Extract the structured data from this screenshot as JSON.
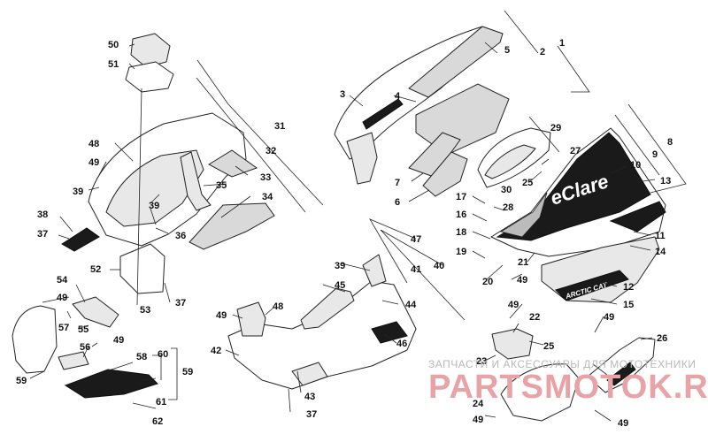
{
  "callouts": {
    "c1": "1",
    "c2": "2",
    "c3": "3",
    "c4": "4",
    "c5": "5",
    "c6": "6",
    "c7": "7",
    "c8": "8",
    "c9": "9",
    "c10": "10",
    "c11": "11",
    "c12": "12",
    "c13": "13",
    "c14": "14",
    "c15": "15",
    "c16": "16",
    "c17": "17",
    "c18": "18",
    "c19": "19",
    "c20": "20",
    "c21": "21",
    "c22": "22",
    "c23": "23",
    "c24": "24",
    "c25a": "25",
    "c25b": "25",
    "c26": "26",
    "c27": "27",
    "c28": "28",
    "c29": "29",
    "c30": "30",
    "c31": "31",
    "c32": "32",
    "c33": "33",
    "c34": "34",
    "c35": "35",
    "c36": "36",
    "c37a": "37",
    "c37b": "37",
    "c37c": "37",
    "c38": "38",
    "c39a": "39",
    "c39b": "39",
    "c39c": "39",
    "c40": "40",
    "c41": "41",
    "c42": "42",
    "c43": "43",
    "c44": "44",
    "c45": "45",
    "c46": "46",
    "c47": "47",
    "c48a": "48",
    "c48b": "48",
    "c49a": "49",
    "c49b": "49",
    "c49c": "49",
    "c49d": "49",
    "c49e": "49",
    "c49f": "49",
    "c49g": "49",
    "c49h": "49",
    "c49i": "49",
    "c50": "50",
    "c51": "51",
    "c52": "52",
    "c53": "53",
    "c54": "54",
    "c55": "55",
    "c56": "56",
    "c57": "57",
    "c58": "58",
    "c59a": "59",
    "c59b": "59",
    "c60": "60",
    "c61": "61",
    "c62": "62"
  },
  "decals": {
    "side_logo": "eClare",
    "lower_logo": "ARCTIC CAT"
  },
  "watermark": {
    "subtitle": "ЗАПЧАСТИ И АКСЕССУАРЫ ДЛЯ МОТОТЕХНИКИ",
    "brand": "PARTSMOTOK.RU"
  },
  "colors": {
    "watermark_red": "#e7a3a6",
    "watermark_gray": "#b8b8b8",
    "line": "#222222"
  }
}
